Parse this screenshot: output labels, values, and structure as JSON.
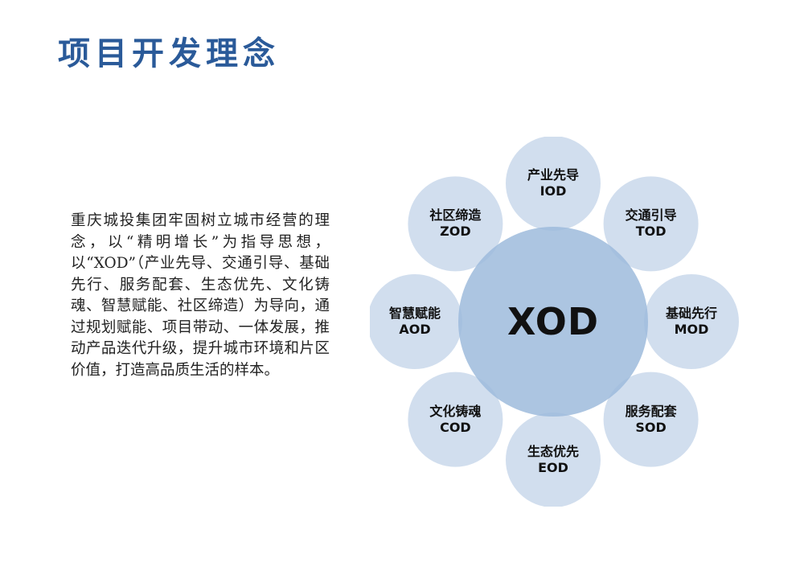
{
  "title": "项目开发理念",
  "description": "重庆城投集团牢固树立城市经营的理念，以“精明增长”为指导思想，以“XOD”（产业先导、交通引导、基础先行、服务配套、生态优先、文化铸魂、智慧赋能、社区缔造）为导向，通过规划赋能、项目带动、一体发展，推动产品迭代升级，提升城市环境和片区价值，打造高品质生活的样本。",
  "diagram": {
    "center": "XOD",
    "nodes": [
      {
        "cn": "产业先导",
        "en": "IOD"
      },
      {
        "cn": "交通引导",
        "en": "TOD"
      },
      {
        "cn": "基础先行",
        "en": "MOD"
      },
      {
        "cn": "服务配套",
        "en": "SOD"
      },
      {
        "cn": "生态优先",
        "en": "EOD"
      },
      {
        "cn": "文化铸魂",
        "en": "COD"
      },
      {
        "cn": "智慧赋能",
        "en": "AOD"
      },
      {
        "cn": "社区缔造",
        "en": "ZOD"
      }
    ],
    "colors": {
      "title": "#2a5a99",
      "outer_fill": "#c6d6ea",
      "outer_stroke": "#ffffff",
      "center_fill": "#9ebbdc"
    }
  }
}
